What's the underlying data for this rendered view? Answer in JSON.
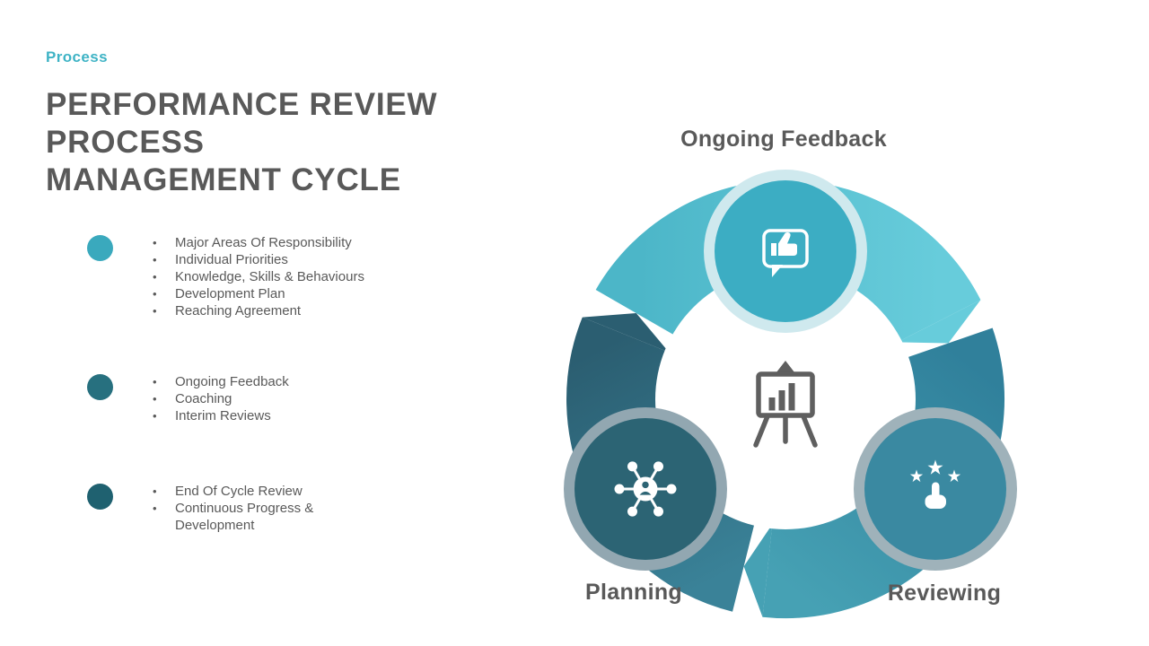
{
  "slide": {
    "eyebrow": "Process",
    "title_line1": "PERFORMANCE REVIEW PROCESS",
    "title_line2": "MANAGEMENT CYCLE"
  },
  "colors": {
    "accent": "#3eb3c5",
    "title_text": "#595959",
    "body_text": "#595959",
    "center_icon": "#5f5f5f",
    "background": "#ffffff",
    "icon_white": "#ffffff"
  },
  "legend": {
    "groups": [
      {
        "bullet_color": "#3aa9bd",
        "items": [
          "Major Areas Of Responsibility",
          "Individual Priorities",
          "Knowledge, Skills & Behaviours",
          "Development Plan",
          "Reaching Agreement"
        ]
      },
      {
        "bullet_color": "#27707f",
        "items": [
          "Ongoing Feedback",
          "Coaching",
          "Interim Reviews"
        ]
      },
      {
        "bullet_color": "#1f6170",
        "items": [
          "End Of Cycle Review",
          "Continuous Progress &\nDevelopment"
        ]
      }
    ]
  },
  "cycle": {
    "center_icon": "presentation-chart-easel",
    "nodes": {
      "top": {
        "label": "Ongoing Feedback",
        "icon": "thumbs-up-message-icon",
        "fill": "#3cadc3",
        "halo": "#cfe9ee"
      },
      "left": {
        "label": "Planning",
        "icon": "network-hub-icon",
        "fill": "#2c6474",
        "halo": "#92a7b1"
      },
      "right": {
        "label": "Reviewing",
        "icon": "tap-rating-stars-icon",
        "fill": "#3a89a1",
        "halo": "#9fb2ba"
      }
    },
    "arcs": {
      "top": {
        "from": "#4cb6c8",
        "to": "#67ccdb"
      },
      "right": {
        "from": "#30809b",
        "to": "#46a1b4"
      },
      "left": {
        "from": "#3a8298",
        "to": "#2b5e71"
      }
    }
  }
}
